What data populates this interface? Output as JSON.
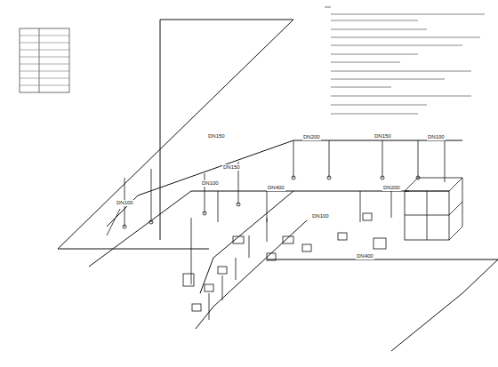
{
  "diagram": {
    "labels": [
      "DN150",
      "DN150",
      "DN200",
      "DN100",
      "DN100",
      "DN100",
      "DN400",
      "DN400",
      "DN200",
      "DN100",
      "DN150"
    ]
  }
}
